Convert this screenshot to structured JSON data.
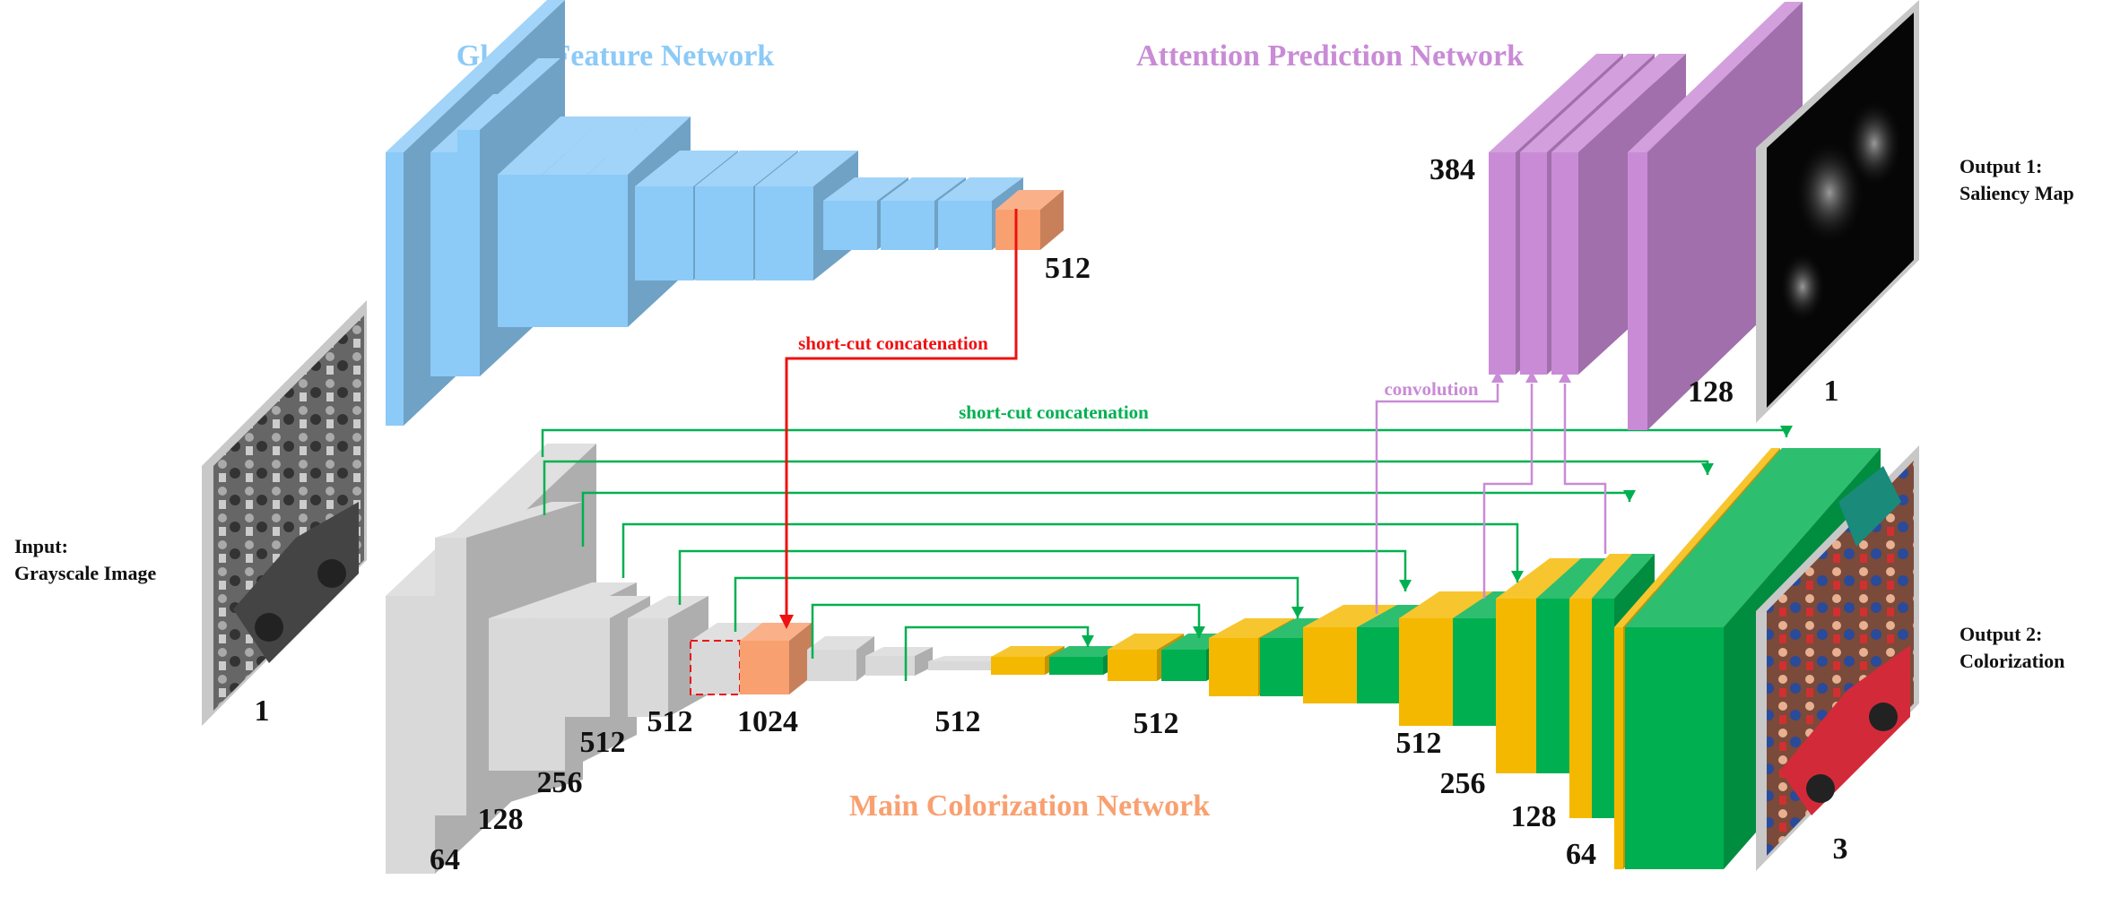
{
  "titles": {
    "global": "Global Feature Network",
    "attention": "Attention Prediction Network",
    "main": "Main Colorization Network"
  },
  "labels": {
    "input_line1": "Input:",
    "input_line2": "Grayscale Image",
    "output1_line1": "Output 1:",
    "output1_line2": "Saliency Map",
    "output2_line1": "Output 2:",
    "output2_line2": "Colorization"
  },
  "connections": {
    "red": "short-cut concatenation",
    "green": "short-cut concatenation",
    "purple": "convolution"
  },
  "numbers": {
    "input": "1",
    "global_out": "512",
    "enc_64": "64",
    "enc_128": "128",
    "enc_256": "256",
    "enc_512a": "512",
    "enc_512b": "512",
    "concat": "1024",
    "bottleneck": "512",
    "dec_512a": "512",
    "dec_512b": "512",
    "dec_256": "256",
    "dec_128": "128",
    "dec_64": "64",
    "out_colorization": "3",
    "att_384": "384",
    "att_128": "128",
    "out_saliency": "1"
  },
  "colors": {
    "global_blue": "#8ccaf7",
    "main_orange": "#f9a070",
    "attention_purple": "#c98bd6",
    "gray": "#d9d9d9",
    "yellow": "#f5b800",
    "green": "#00b050",
    "red": "#ee1111"
  },
  "images": {
    "input": "grayscale-parade-car-photo",
    "saliency": "saliency-heatmap",
    "colorized": "colorized-parade-car-photo"
  }
}
